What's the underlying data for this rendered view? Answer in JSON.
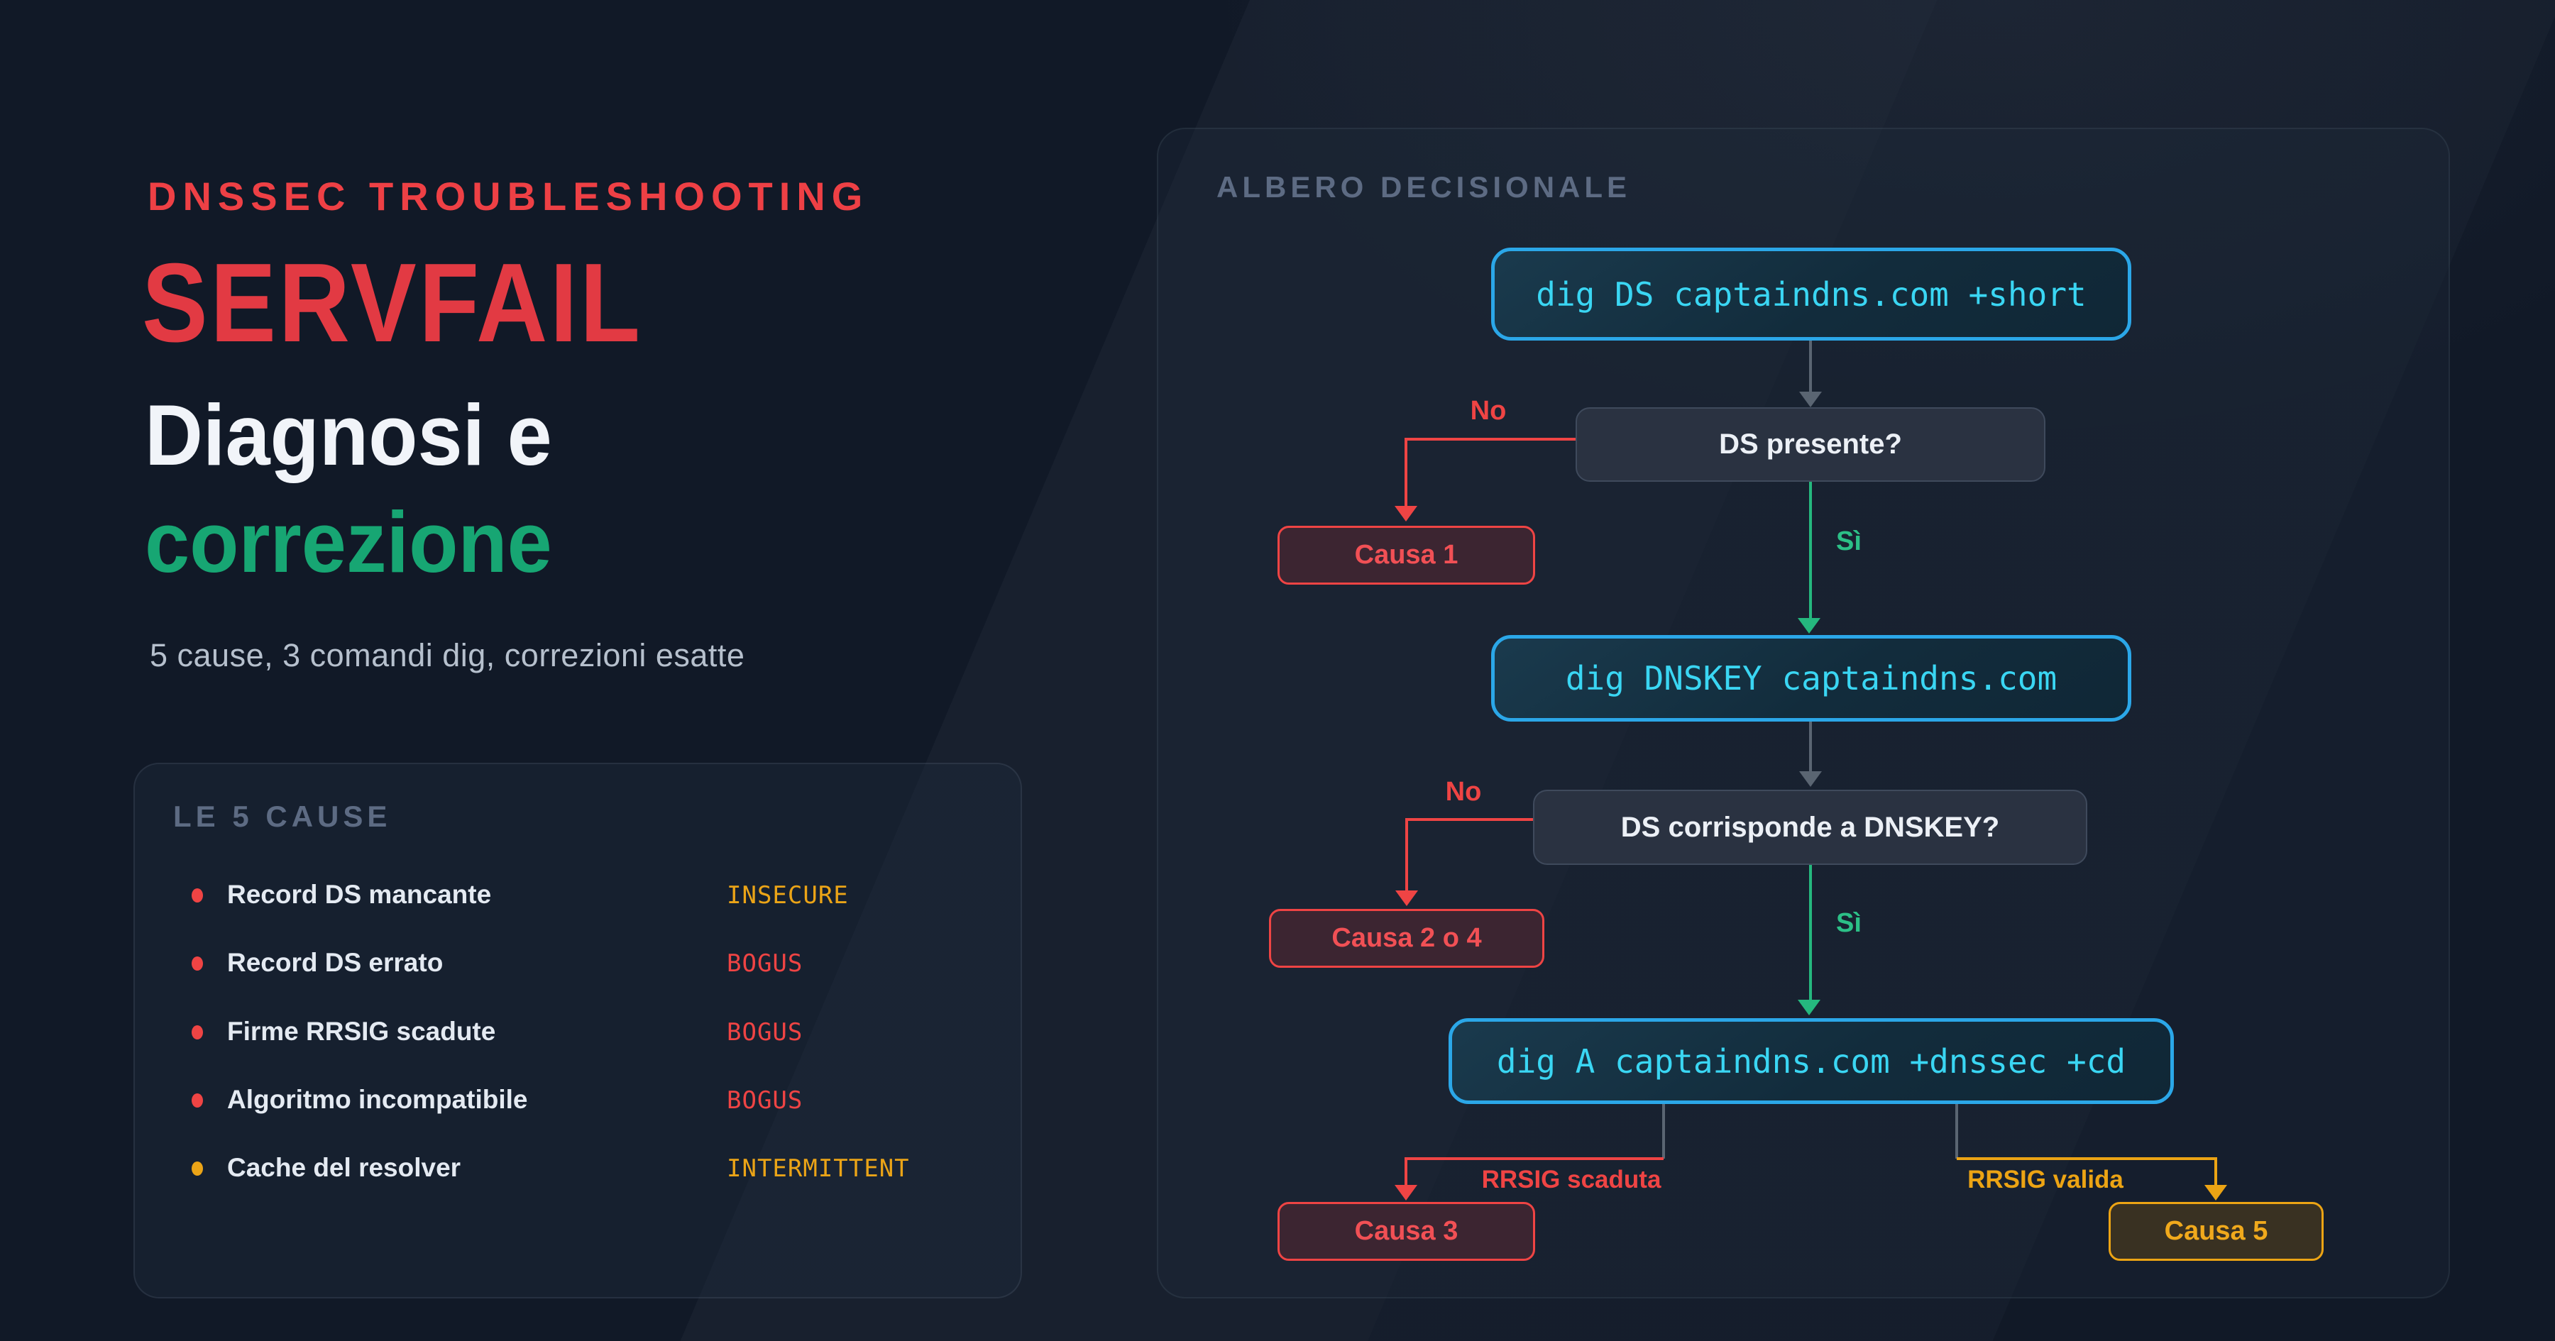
{
  "colors": {
    "page_bg": "#111927",
    "red": "#ef4444",
    "green": "#25b87e",
    "green_text": "#17a673",
    "amber": "#eca414",
    "cyan_text": "#3ad6f3",
    "cyan_border": "#2ba7e8",
    "gray_connector": "#5a6572",
    "title_red": "#e23a43"
  },
  "hero": {
    "eyebrow": "DNSSEC TROUBLESHOOTING",
    "title": "SERVFAIL",
    "subtitle_line1": "Diagnosi e",
    "subtitle_line2": "correzione",
    "tagline": "5 cause, 3 comandi dig, correzioni esatte"
  },
  "causes": {
    "header": "LE 5 CAUSE",
    "items": [
      {
        "label": "Record DS mancante",
        "status": "INSECURE",
        "status_color": "#eba417",
        "bullet_color": "#ef4444"
      },
      {
        "label": "Record DS errato",
        "status": "BOGUS",
        "status_color": "#ef4444",
        "bullet_color": "#ef4444"
      },
      {
        "label": "Firme RRSIG scadute",
        "status": "BOGUS",
        "status_color": "#ef4444",
        "bullet_color": "#ef4444"
      },
      {
        "label": "Algoritmo incompatibile",
        "status": "BOGUS",
        "status_color": "#ef4444",
        "bullet_color": "#ef4444"
      },
      {
        "label": "Cache del resolver",
        "status": "INTERMITTENT",
        "status_color": "#eba417",
        "bullet_color": "#eba417"
      }
    ]
  },
  "tree": {
    "header": "ALBERO DECISIONALE",
    "cmd1": "dig DS captaindns.com +short",
    "q1": "DS presente?",
    "q1_no": "No",
    "q1_yes": "Sì",
    "causa1": "Causa 1",
    "cmd2": "dig DNSKEY captaindns.com",
    "q2": "DS corrisponde a DNSKEY?",
    "q2_no": "No",
    "q2_yes": "Sì",
    "causa2": "Causa 2 o 4",
    "cmd3": "dig A captaindns.com +dnssec +cd",
    "branch_left": "RRSIG scaduta",
    "branch_right": "RRSIG valida",
    "causa3": "Causa 3",
    "causa5": "Causa 5"
  }
}
